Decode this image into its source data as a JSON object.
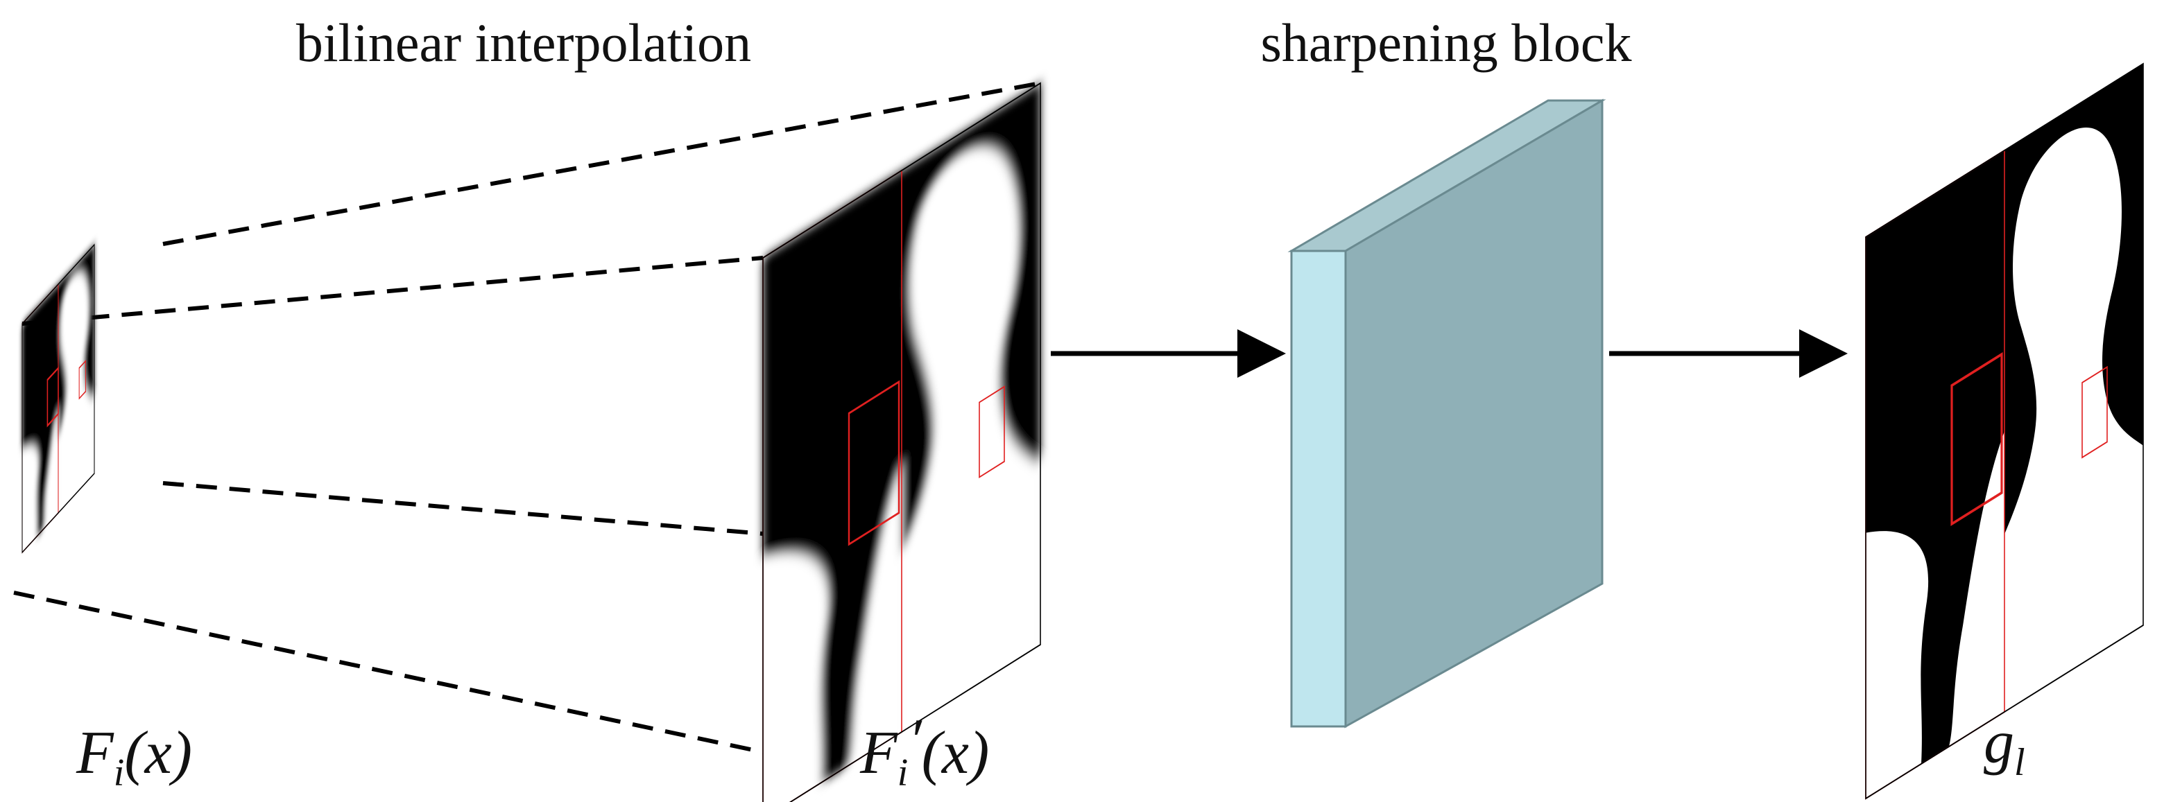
{
  "labels": {
    "interp_title": "bilinear interpolation",
    "sharpen_title": "sharpening block",
    "input_math": {
      "base": "F",
      "sub": "i",
      "rest": "(x)"
    },
    "upsampled_math": {
      "base": "F",
      "sub": "i",
      "prime": "′",
      "rest": "(x)"
    },
    "output_math": {
      "base": "g",
      "sub": "l"
    }
  },
  "colors": {
    "background": "#ffffff",
    "mask_black": "#000000",
    "mask_white": "#ffffff",
    "crop_box": "#e02020",
    "block_front": "#bfe6ee",
    "block_side": "#8fb0b7",
    "block_top": "#a9c9cf",
    "arrow": "#000000"
  }
}
